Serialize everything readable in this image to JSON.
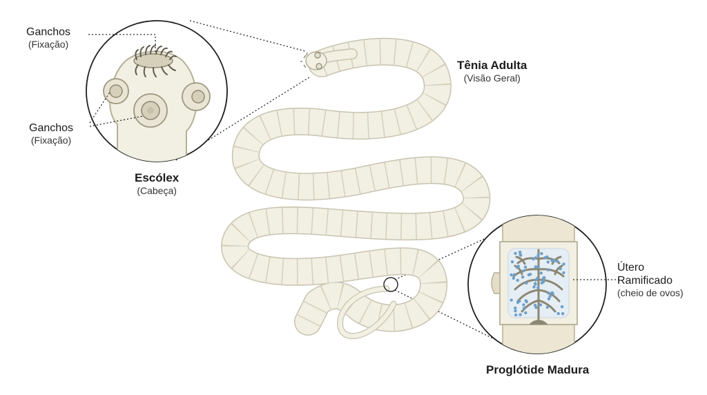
{
  "labels": {
    "hooks_top": {
      "title": "Ganchos",
      "sub": "(Fixação)"
    },
    "hooks_side": {
      "title": "Ganchos",
      "sub": "(Fixação)"
    },
    "scolex": {
      "title": "Escólex",
      "sub": "(Cabeça)"
    },
    "adult": {
      "title": "Tênia Adulta",
      "sub": "(Visão Geral)"
    },
    "uterus": {
      "line1": "Útero",
      "line2": "Ramificado",
      "sub": "(cheio de ovos)"
    },
    "proglottid": {
      "title": "Proglótide Madura"
    }
  },
  "colors": {
    "worm_fill": "#f2efe3",
    "worm_stroke": "#c9c3ae",
    "circle_stroke": "#1e1e1e",
    "uterus": "#8b8774",
    "eggs": "#6f9fc8"
  }
}
